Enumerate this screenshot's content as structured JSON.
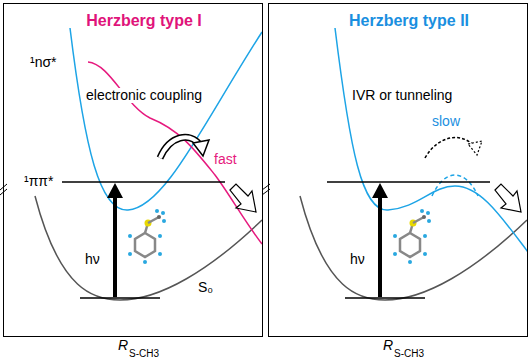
{
  "diagram": {
    "nodes": [
      {
        "text": [
          "Herzberg type I"
        ]
      },
      {
        "text": [
          "Herzberg type II"
        ]
      }
    ],
    "labels": [
      "¹nσ*",
      "electronic coupling",
      "fast",
      "¹ππ*",
      "hν",
      "S₀",
      "R",
      "S-CH3",
      "IVR or tunneling",
      "slow",
      "hν",
      "R",
      "S-CH3"
    ]
  }
}
